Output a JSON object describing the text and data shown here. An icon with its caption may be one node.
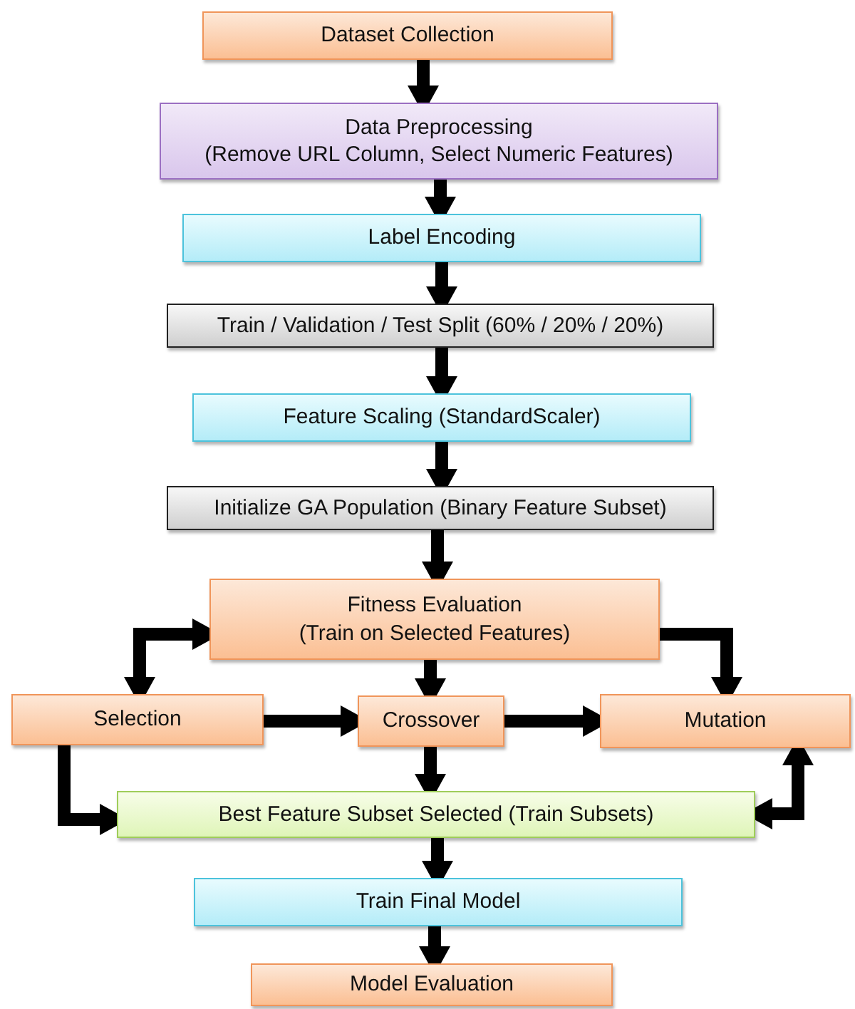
{
  "diagram": {
    "nodes": [
      {
        "text": [
          "Dataset Collection"
        ]
      },
      {
        "text": [
          "Data Preprocessing",
          "(Remove URL Column, Select Numeric Features)"
        ]
      },
      {
        "text": [
          "Label Encoding"
        ]
      },
      {
        "text": [
          "Train / Validation / Test Split (60% / 20% / 20%)"
        ]
      },
      {
        "text": [
          "Feature Scaling (StandardScaler)"
        ]
      },
      {
        "text": [
          "Initialize GA Population (Binary Feature Subset)"
        ]
      },
      {
        "text": [
          "Fitness Evaluation",
          "(Train on Selected Features)"
        ]
      },
      {
        "text": [
          "Selection"
        ]
      },
      {
        "text": [
          "Crossover"
        ]
      },
      {
        "text": [
          "Mutation"
        ]
      },
      {
        "text": [
          "Best Feature Subset Selected (Train Subsets)"
        ]
      },
      {
        "text": [
          "Train Final Model"
        ]
      },
      {
        "text": [
          "Model Evaluation"
        ]
      }
    ],
    "edges": [
      {
        "from": 0,
        "to": 1,
        "arrow": "to"
      },
      {
        "from": 1,
        "to": 2,
        "arrow": "to"
      },
      {
        "from": 2,
        "to": 3,
        "arrow": "to"
      },
      {
        "from": 3,
        "to": 4,
        "arrow": "to"
      },
      {
        "from": 4,
        "to": 5,
        "arrow": "to"
      },
      {
        "from": 5,
        "to": 6,
        "arrow": "to"
      },
      {
        "from": 7,
        "to": 6,
        "arrow": "both"
      },
      {
        "from": 6,
        "to": 8,
        "arrow": "to"
      },
      {
        "from": 6,
        "to": 9,
        "arrow": "to"
      },
      {
        "from": 7,
        "to": 8,
        "arrow": "to"
      },
      {
        "from": 8,
        "to": 9,
        "arrow": "to"
      },
      {
        "from": 7,
        "to": 10,
        "arrow": "to"
      },
      {
        "from": 8,
        "to": 10,
        "arrow": "to"
      },
      {
        "from": 9,
        "to": 10,
        "arrow": "both"
      },
      {
        "from": 10,
        "to": 11,
        "arrow": "to"
      },
      {
        "from": 11,
        "to": 12,
        "arrow": "to"
      }
    ]
  }
}
